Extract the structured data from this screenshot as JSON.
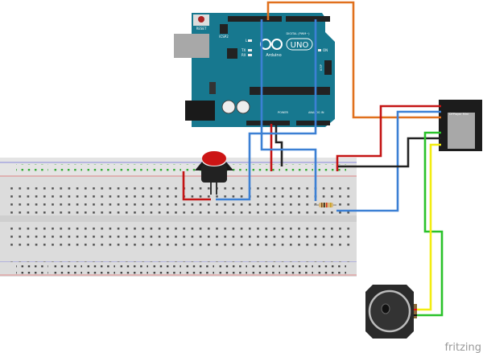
{
  "arduino": {
    "reset_label": "RESET",
    "icsp2_label": "ICSP2",
    "logo_label": "UNO",
    "brand_label": "Arduino",
    "digital_label": "DIGITAL (PWM~)",
    "on_label": "ON",
    "icsp_label": "ICSP",
    "power_label": "POWER",
    "analog_label": "ANALOG IN",
    "led_l": "L",
    "led_tx": "TX",
    "led_rx": "RX",
    "color": "#17788f"
  },
  "dfplayer": {
    "label": "DFPlayer Mini"
  },
  "watermark": "fritzing",
  "wire_colors": {
    "orange": "#e0701d",
    "red": "#c41414",
    "blue": "#3c80d4",
    "black": "#222222",
    "green": "#2ac22a",
    "yellow": "#f2ec10"
  }
}
